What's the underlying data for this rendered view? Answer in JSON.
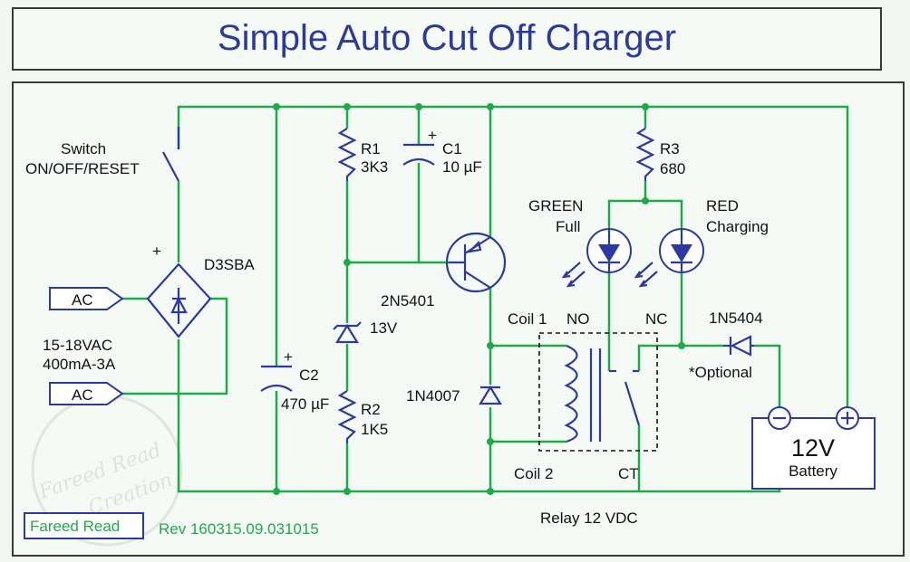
{
  "title": "Simple Auto Cut Off Charger",
  "switch": {
    "label1": "Switch",
    "label2": "ON/OFF/RESET"
  },
  "bridge": {
    "name": "D3SBA",
    "plus": "+"
  },
  "ac_in": {
    "ac1": "AC",
    "ac2": "AC",
    "spec1": "15-18VAC",
    "spec2": "400mA-3A"
  },
  "c2": {
    "name": "C2",
    "value": "470 µF",
    "plus": "+"
  },
  "r1": {
    "name": "R1",
    "value": "3K3"
  },
  "c1": {
    "name": "C1",
    "value": "10 µF",
    "plus": "+"
  },
  "zener": {
    "value": "13V"
  },
  "r2": {
    "name": "R2",
    "value": "1K5"
  },
  "transistor": {
    "name": "2N5401"
  },
  "r3": {
    "name": "R3",
    "value": "680"
  },
  "led_green": {
    "line1": "GREEN",
    "line2": "Full"
  },
  "led_red": {
    "line1": "RED",
    "line2": "Charging"
  },
  "relay": {
    "coil1": "Coil 1",
    "coil2": "Coil 2",
    "no": "NO",
    "nc": "NC",
    "ct": "CT",
    "name": "Relay 12 VDC"
  },
  "diode_flyback": {
    "name": "1N4007"
  },
  "diode_out": {
    "name": "1N5404",
    "note": "*Optional"
  },
  "battery": {
    "voltage": "12V",
    "label": "Battery"
  },
  "footer": {
    "author": "Fareed Read",
    "rev": "Rev 160315.09.031015"
  },
  "watermark": {
    "line1": "Fareed Read",
    "line2": "Creation"
  },
  "colors": {
    "wire": "#1faa4a",
    "component": "#2b3a9c",
    "title": "#2b3a9c"
  }
}
